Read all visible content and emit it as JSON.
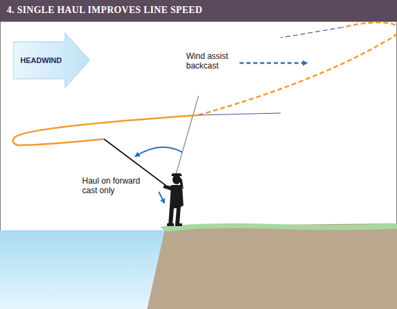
{
  "diagram": {
    "title": "4. SINGLE HAUL IMPROVES LINE SPEED",
    "nodes": [
      {
        "text": [
          "HEADWIND"
        ]
      }
    ],
    "labels": [
      "Wind assist backcast",
      "Haul on forward cast only"
    ]
  }
}
